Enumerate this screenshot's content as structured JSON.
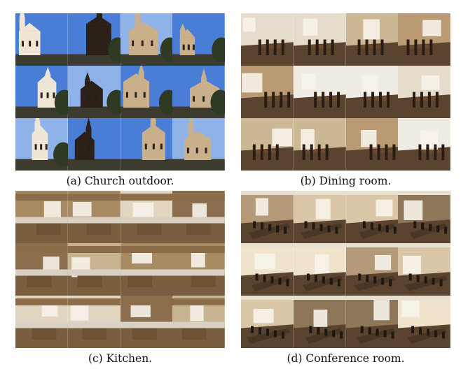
{
  "panels": [
    {
      "id": "a",
      "caption": "(a) Church outdoor.",
      "theme": "church"
    },
    {
      "id": "b",
      "caption": "(b) Dining room.",
      "theme": "dining"
    },
    {
      "id": "c",
      "caption": "(c) Kitchen.",
      "theme": "kitchen"
    },
    {
      "id": "d",
      "caption": "(d) Conference room.",
      "theme": "conference"
    }
  ],
  "colors": {
    "sky": "#4a7ed6",
    "sky_light": "#8fb3e8",
    "stone": "#c9b08a",
    "dark": "#2a2018",
    "warm_wall": "#d8c4a4",
    "wood": "#6b4a2c",
    "cream": "#efe6d6"
  }
}
